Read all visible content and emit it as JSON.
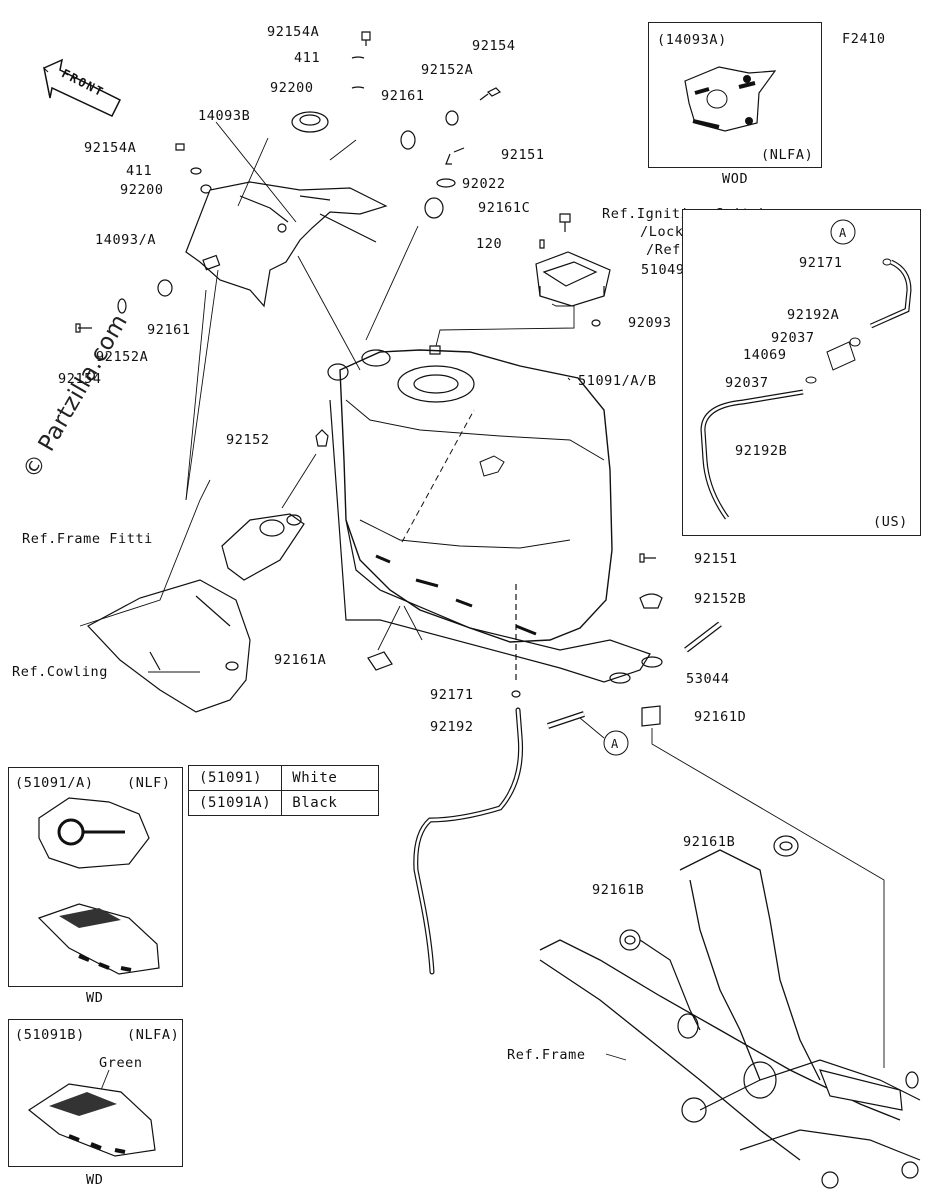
{
  "figure_code": "F2410",
  "watermark": "© Partzilla.com",
  "front_arrow": "FRONT",
  "parts": {
    "p92154A_top": "92154A",
    "p411_top": "411",
    "p92200_top": "92200",
    "p14093B": "14093B",
    "p92154A_left": "92154A",
    "p411_left": "411",
    "p92200_left": "92200",
    "p14093A": "14093/A",
    "p92152A_left": "92152A",
    "p92154_left": "92154",
    "p92161_left": "92161",
    "p92154_top": "92154",
    "p92152A_top": "92152A",
    "p92161_top": "92161",
    "p92151_top": "92151",
    "p92022": "92022",
    "p92161C": "92161C",
    "ref_ignition": "Ref.Ignition Switch",
    "ref_locks": "/Locks",
    "ref_reflectors": "/Reflectors",
    "p120": "120",
    "p51049": "51049",
    "p92093": "92093",
    "p51091AB": "51091/A/B",
    "p92152": "92152",
    "ref_frame_fitt": "Ref.Frame Fitti",
    "ref_cowling": "Ref.Cowling",
    "p92161A": "92161A",
    "p92171": "92171",
    "p92192": "92192",
    "p92151_right": "92151",
    "p92152B": "92152B",
    "p53044": "53044",
    "p92161D": "92161D",
    "p92161B_a": "92161B",
    "p92161B_b": "92161B",
    "ref_frame": "Ref.Frame",
    "callout_a": "A"
  },
  "inset_wod": {
    "title": "(14093A)",
    "variant": "(NLFA)",
    "caption": "WOD"
  },
  "inset_us": {
    "callout": "A",
    "p92171": "92171",
    "p92192A": "92192A",
    "p92037a": "92037",
    "p14069": "14069",
    "p92037b": "92037",
    "p92192B": "92192B",
    "region": "(US)"
  },
  "inset_nlf": {
    "title": "(51091/A)",
    "variant": "(NLF)",
    "caption": "WD"
  },
  "inset_nlfa": {
    "title": "(51091B)",
    "variant": "(NLFA)",
    "color": "Green",
    "caption": "WD"
  },
  "color_table": {
    "rows": [
      {
        "part": "(51091)",
        "color": "White"
      },
      {
        "part": "(51091A)",
        "color": "Black"
      }
    ]
  }
}
